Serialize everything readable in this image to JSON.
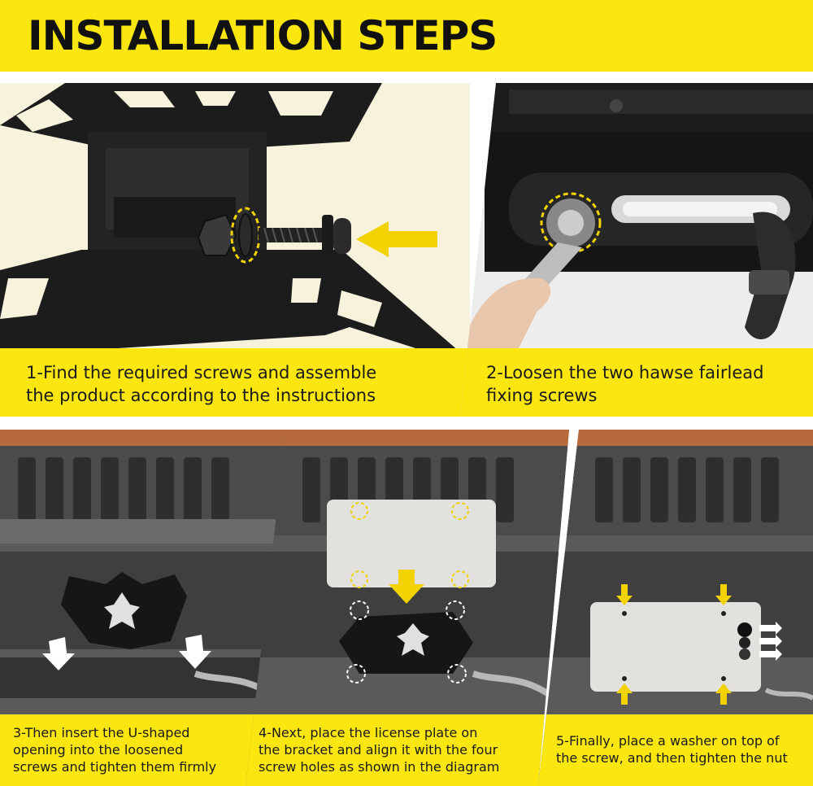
{
  "header": {
    "title": "INSTALLATION STEPS"
  },
  "steps": [
    {
      "line1": "1-Find the required screws and assemble",
      "line2": "the product according to the instructions"
    },
    {
      "line1": "2-Loosen the two hawse fairlead",
      "line2": "fixing screws"
    },
    {
      "line1": "3-Then insert the U-shaped",
      "line2": "opening into the loosened",
      "line3": "screws and tighten them firmly"
    },
    {
      "line1": "4-Next, place the license plate on",
      "line2": "the bracket and align it with the four",
      "line3": "screw holes as shown in the diagram"
    },
    {
      "line1": "5-Finally, place a washer on top of",
      "line2": "the screw, and then tighten the nut"
    }
  ],
  "colors": {
    "accent": "#fbe60f",
    "text": "#111111",
    "highlight": "#f2d200"
  }
}
